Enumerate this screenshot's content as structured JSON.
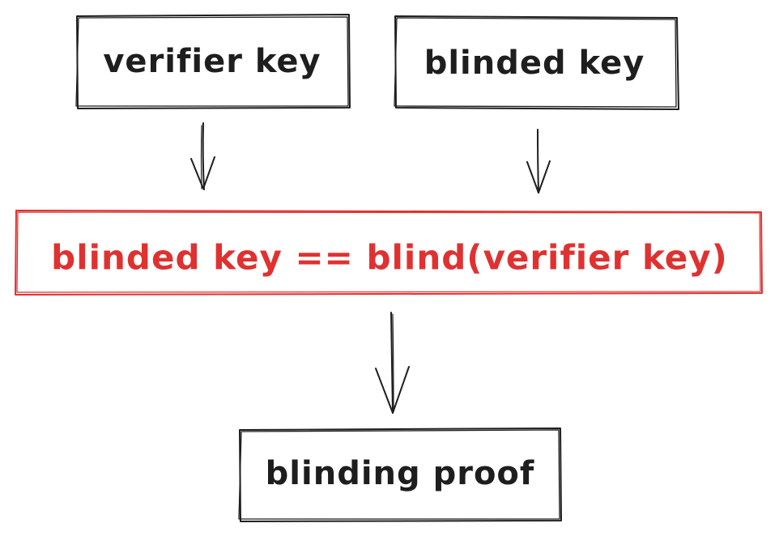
{
  "colors": {
    "background": "#ffffff",
    "ink": "#1e1e1e",
    "highlight": "#e03131"
  },
  "nodes": {
    "verifier_key": "verifier key",
    "blinded_key": "blinded key",
    "check": "blinded key == blind(verifier key)",
    "blinding_proof": "blinding proof"
  }
}
